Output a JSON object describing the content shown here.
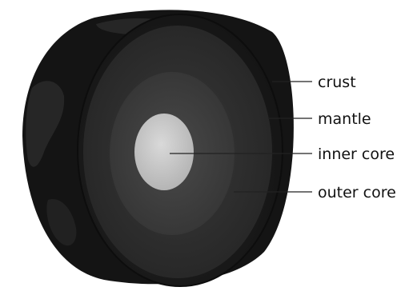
{
  "diagram": {
    "labels": [
      {
        "id": "crust",
        "text": "crust"
      },
      {
        "id": "mantle",
        "text": "mantle"
      },
      {
        "id": "inner_core",
        "text": "inner core"
      },
      {
        "id": "outer_core",
        "text": "outer core"
      }
    ],
    "colors": {
      "background": "#ffffff",
      "crust": "#1a1a1a",
      "mantle": "#2c2c2c",
      "outer_core": "#3d3d3d",
      "inner_core": "#c9c9c9",
      "leader_line": "#222222",
      "label_text": "#111111"
    }
  }
}
